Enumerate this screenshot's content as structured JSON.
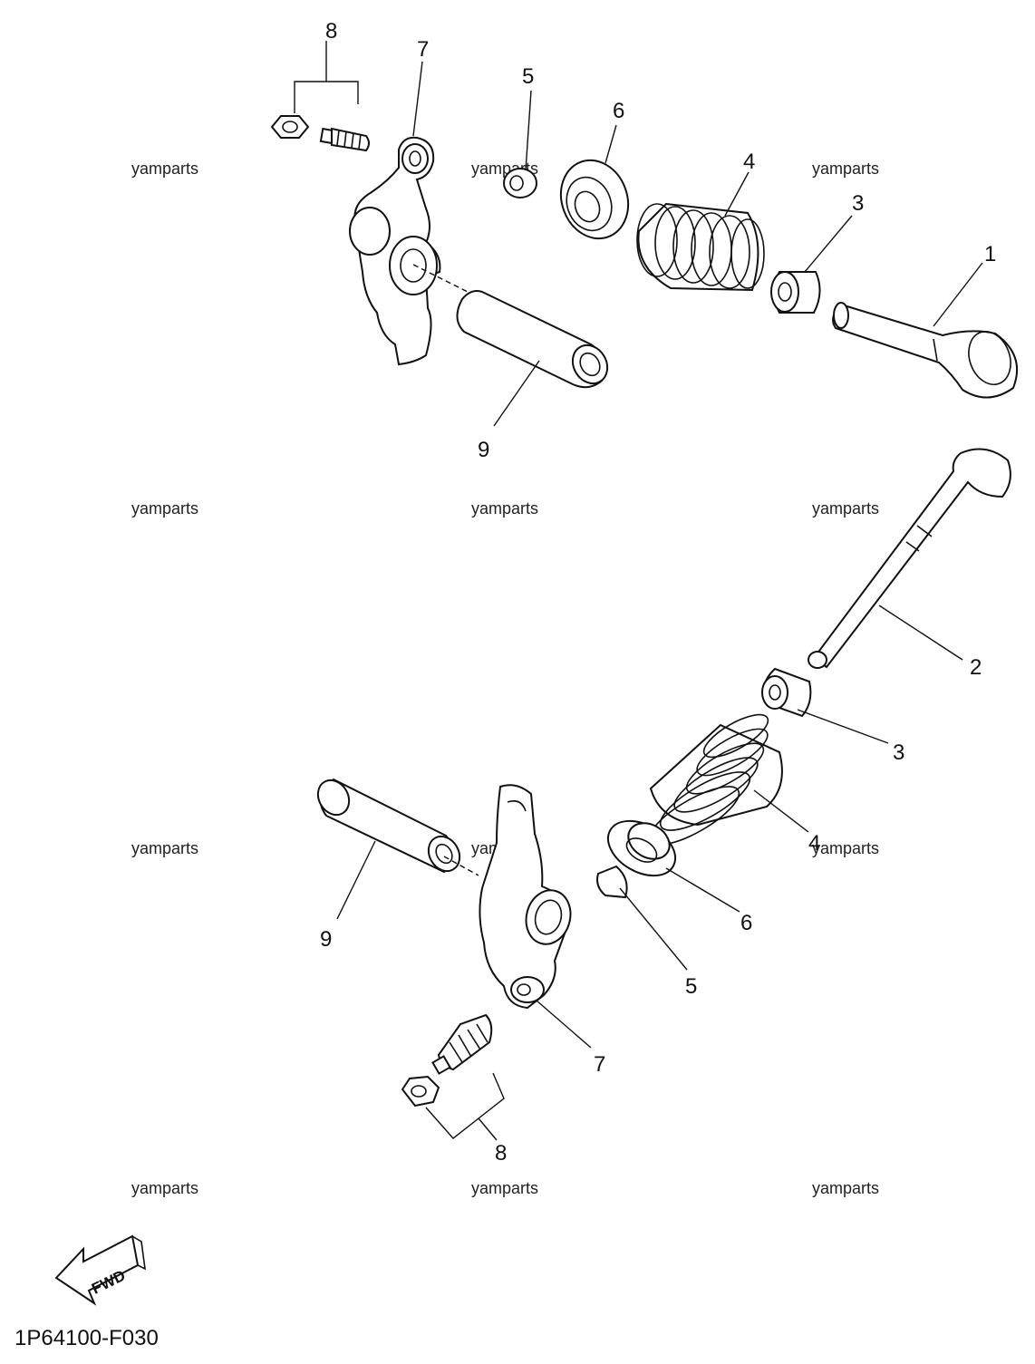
{
  "diagram": {
    "part_code": "1P64100-F030",
    "fwd_label": "FWD",
    "watermark": "yamparts",
    "callouts": {
      "valve_intake": "1",
      "valve_exhaust": "2",
      "seal": "3",
      "spring": "4",
      "cotter": "5",
      "retainer": "6",
      "rocker_arm": "7",
      "adjuster": "8",
      "shaft": "9"
    }
  }
}
